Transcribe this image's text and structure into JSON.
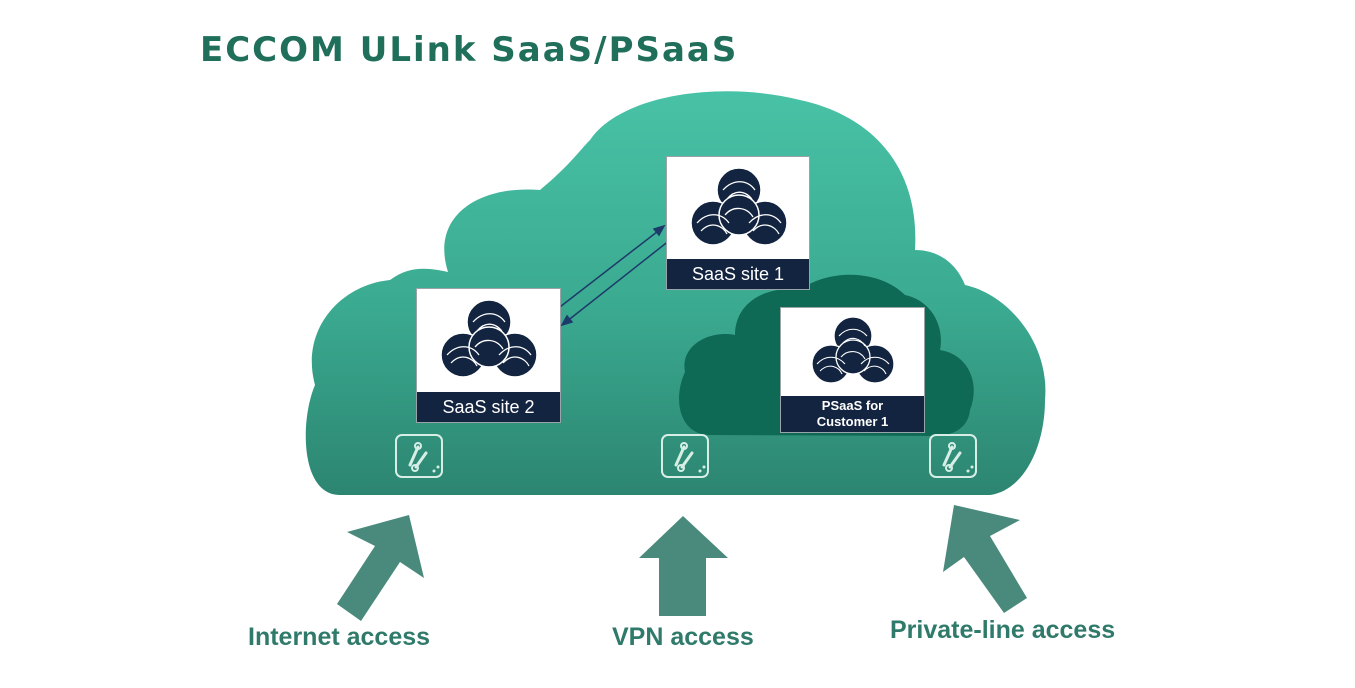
{
  "title": "ECCOM ULink SaaS/PSaaS",
  "colors": {
    "title": "#1f6f5a",
    "cloud_top": "#46bfa3",
    "cloud_bottom": "#2f8a75",
    "inner_cloud": "#0f6a55",
    "arrow": "#4a8a7c",
    "label_bar": "#132440",
    "access_text": "#2f7a6a"
  },
  "sites": [
    {
      "label": "SaaS site 1",
      "icon": "saas-network-icon"
    },
    {
      "label": "SaaS site 2",
      "icon": "saas-network-icon"
    },
    {
      "label_line1": "PSaaS for",
      "label_line2": "Customer 1",
      "icon": "saas-network-icon"
    }
  ],
  "access_points": [
    {
      "label": "Internet access",
      "icon": "link-icon"
    },
    {
      "label": "VPN access",
      "icon": "link-icon"
    },
    {
      "label": "Private-line access",
      "icon": "link-icon"
    }
  ]
}
